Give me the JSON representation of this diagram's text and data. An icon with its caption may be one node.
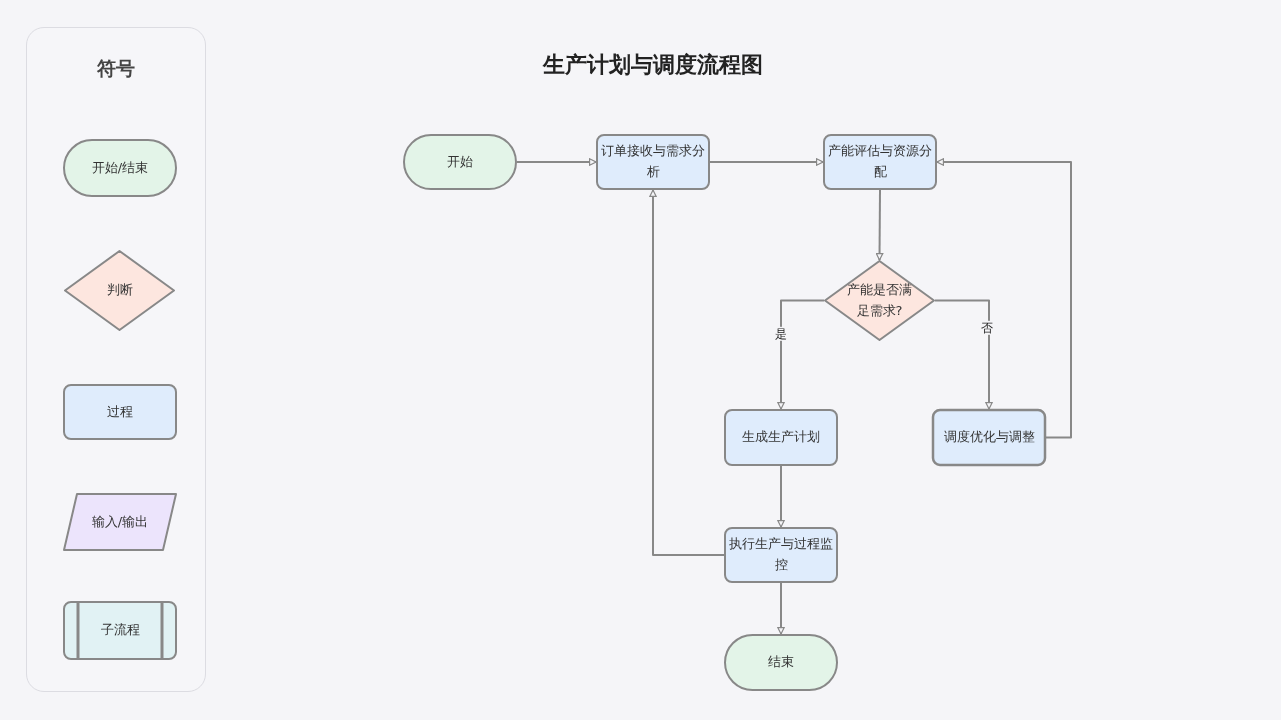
{
  "diagram": {
    "title": "生产计划与调度流程图",
    "nodes": [
      {
        "text": [
          "符号"
        ]
      },
      {
        "text": [
          "开始/结束"
        ],
        "in": 0
      },
      {
        "text": [
          "判断"
        ],
        "in": 0
      },
      {
        "text": [
          "过程"
        ],
        "in": 0
      },
      {
        "text": [
          "输入/输出"
        ],
        "in": 0
      },
      {
        "text": [
          "子流程"
        ],
        "in": 0
      },
      {
        "text": [
          "开始"
        ]
      },
      {
        "text": [
          "订单接收与需求分析"
        ]
      },
      {
        "text": [
          "产能评估与资源分配"
        ]
      },
      {
        "text": [
          "产能是否满足需求?"
        ]
      },
      {
        "text": [
          "生成生产计划"
        ]
      },
      {
        "text": [
          "调度优化与调整"
        ]
      },
      {
        "text": [
          "执行生产与过程监控"
        ]
      },
      {
        "text": [
          "结束"
        ]
      }
    ],
    "edges": [
      {
        "from": 6,
        "to": 7,
        "arrow": "to"
      },
      {
        "from": 7,
        "to": 8,
        "arrow": "to"
      },
      {
        "from": 8,
        "to": 9,
        "arrow": "to"
      },
      {
        "from": 9,
        "to": 10,
        "arrow": "to",
        "label": "是"
      },
      {
        "from": 9,
        "to": 11,
        "arrow": "to",
        "label": "否"
      },
      {
        "from": 11,
        "to": 8,
        "arrow": "to"
      },
      {
        "from": 10,
        "to": 12,
        "arrow": "to"
      },
      {
        "from": 12,
        "to": 7,
        "arrow": "to"
      },
      {
        "from": 12,
        "to": 13,
        "arrow": "to"
      }
    ]
  }
}
